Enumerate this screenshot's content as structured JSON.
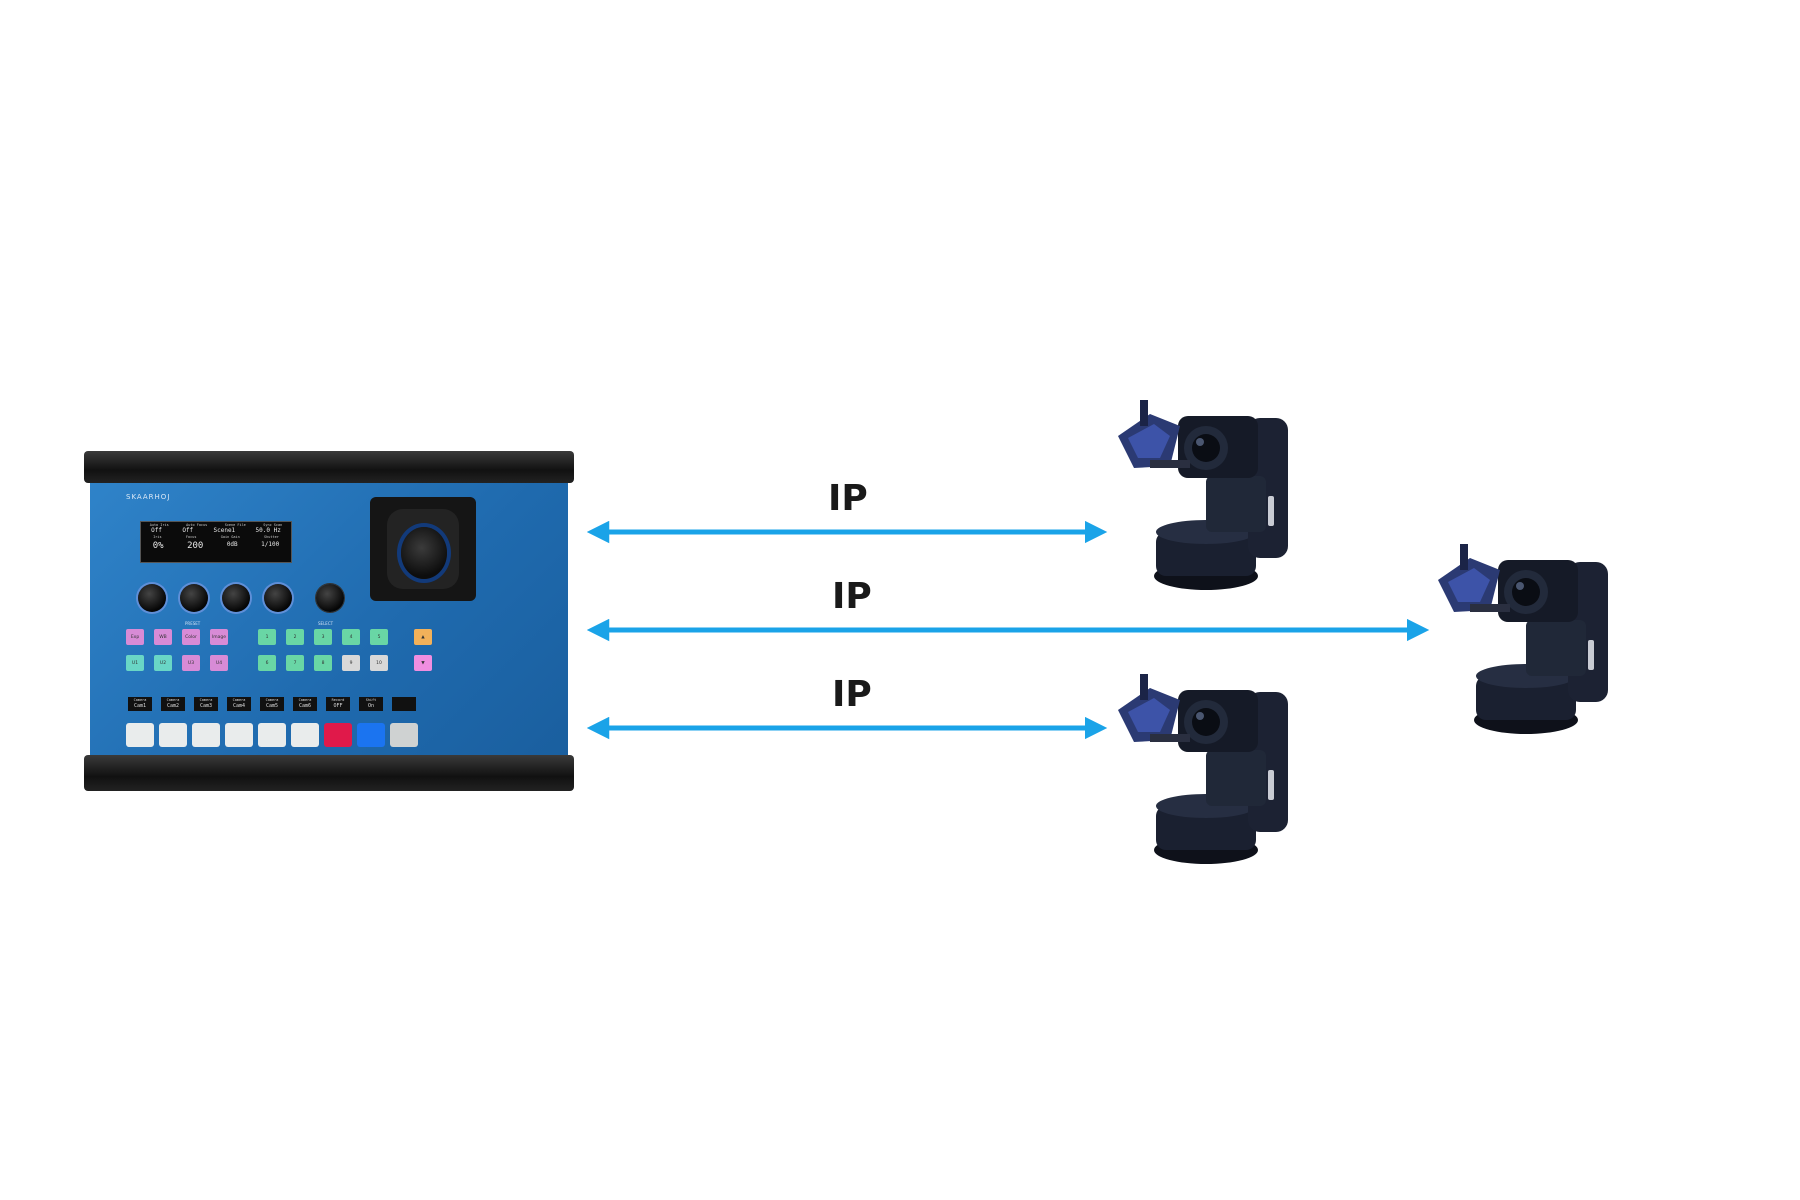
{
  "controller": {
    "brand": "SKAARHOJ",
    "display": {
      "header": [
        "Auto Iris",
        "Auto Focus",
        "Scene File",
        "Sync Scan"
      ],
      "row1": [
        "Off",
        "Off",
        "Scene1",
        "50.0 Hz"
      ],
      "header2": [
        "Iris",
        "Focus",
        "Gain Gain",
        "Shutter"
      ],
      "row2": [
        "0%",
        "200",
        "0dB",
        "1/100"
      ]
    },
    "groups": {
      "left": "PRESET",
      "right": "SELECT"
    },
    "buttons_row1": [
      "Exp",
      "WB",
      "Color",
      "Image",
      "1",
      "2",
      "3",
      "4",
      "5",
      "▲"
    ],
    "buttons_row2": [
      "U1",
      "U2",
      "U3",
      "U4",
      "6",
      "7",
      "8",
      "9",
      "10",
      "▼"
    ],
    "mini_displays": [
      {
        "top": "Camera",
        "value": "Cam1"
      },
      {
        "top": "Camera",
        "value": "Cam2"
      },
      {
        "top": "Camera",
        "value": "Cam3"
      },
      {
        "top": "Camera",
        "value": "Cam4"
      },
      {
        "top": "Camera",
        "value": "Cam5"
      },
      {
        "top": "Camera",
        "value": "Cam6"
      },
      {
        "top": "Record",
        "value": "OFF"
      },
      {
        "top": "Shift",
        "value": "On"
      },
      {
        "top": "",
        "value": ""
      }
    ]
  },
  "links": [
    {
      "label": "IP",
      "target": "camera-1"
    },
    {
      "label": "IP",
      "target": "camera-2"
    },
    {
      "label": "IP",
      "target": "camera-3"
    }
  ],
  "colors": {
    "arrow": "#1aa3e8",
    "panel": "#2573b9",
    "camera_body": "#1c2233"
  },
  "icons": [
    "ptz-camera-icon",
    "joystick-icon"
  ]
}
